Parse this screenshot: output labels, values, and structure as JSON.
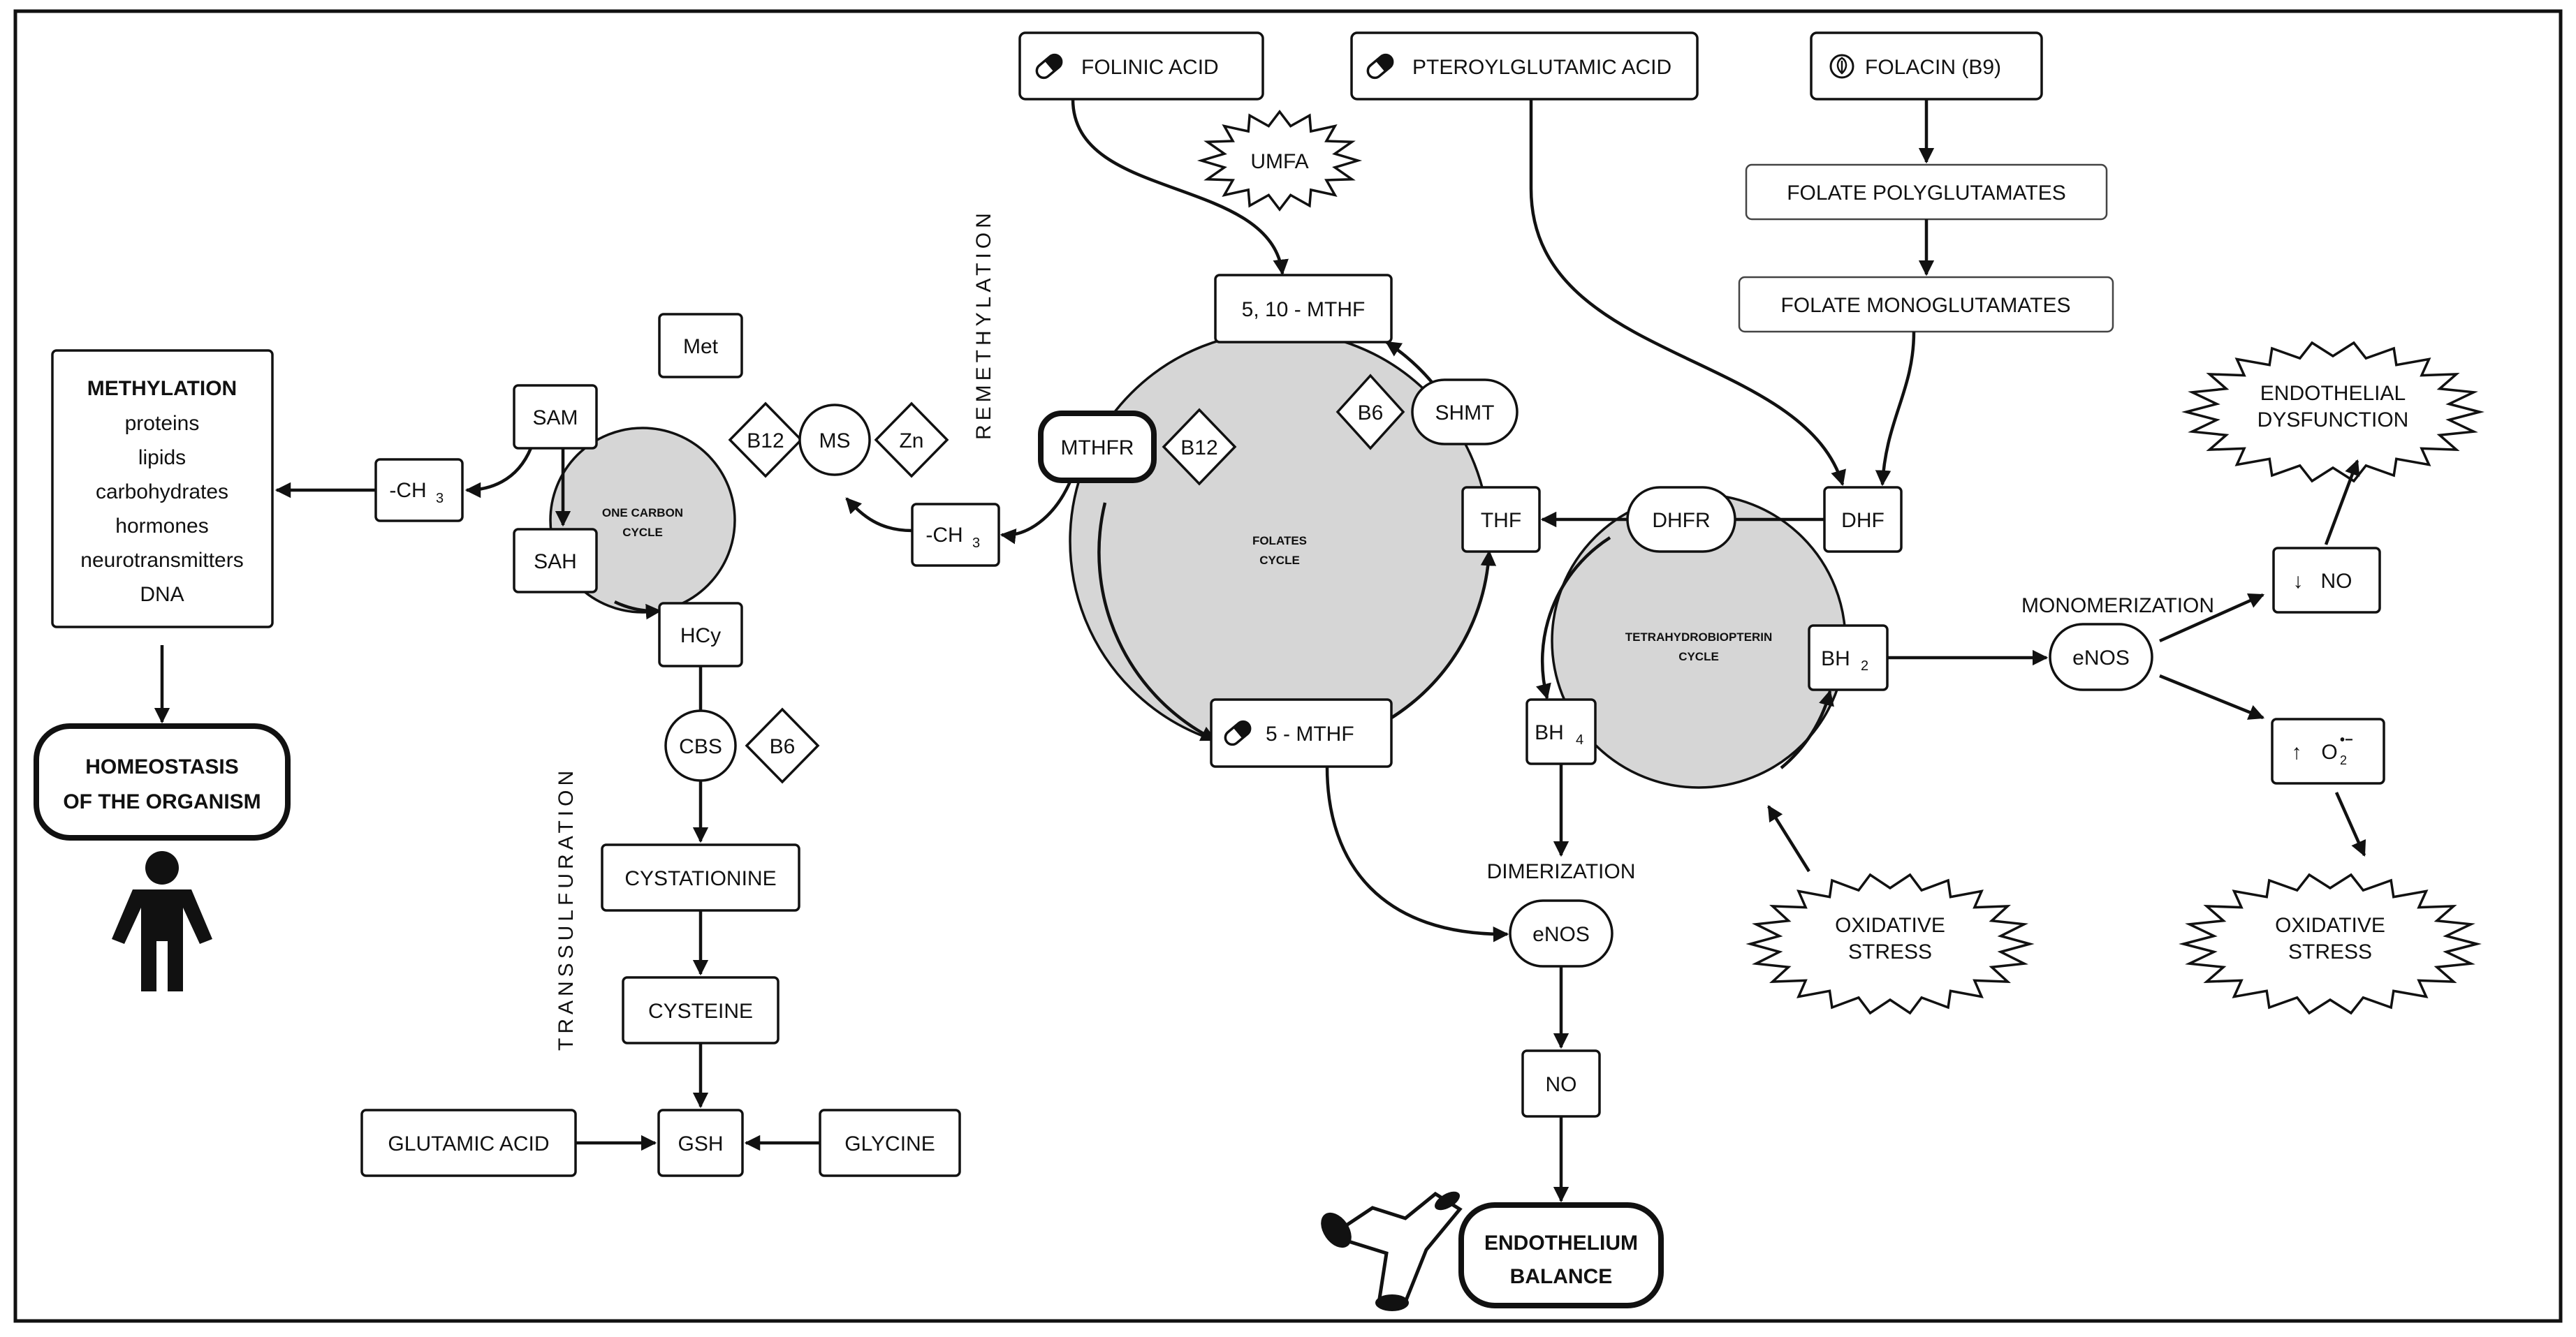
{
  "labels": {
    "folinic_acid": "FOLINIC ACID",
    "pteroylglutamic_acid": "PTEROYLGLUTAMIC ACID",
    "folacin": "FOLACIN (B9)",
    "folate_polyglutamates": "FOLATE POLYGLUTAMATES",
    "folate_monoglutamates": "FOLATE MONOGLUTAMATES",
    "umfa": "UMFA",
    "mthf_5_10": "5, 10 - MTHF",
    "mthf_5": "5 - MTHF",
    "thf": "THF",
    "dhfr": "DHFR",
    "dhf": "DHF",
    "shmt": "SHMT",
    "b6": "B6",
    "b12": "B12",
    "zn": "Zn",
    "ms": "MS",
    "mthfr": "MTHFR",
    "met": "Met",
    "sam": "SAM",
    "sah": "SAH",
    "hcy": "HCy",
    "ch3": "-CH",
    "ch3_sub": "3",
    "cbs": "CBS",
    "cystationine": "CYSTATIONINE",
    "cysteine": "CYSTEINE",
    "gsh": "GSH",
    "glutamic_acid": "GLUTAMIC ACID",
    "glycine": "GLYCINE",
    "methylation_title": "METHYLATION",
    "methylation_items": [
      "proteins",
      "lipids",
      "carbohydrates",
      "hormones",
      "neurotransmitters",
      "DNA"
    ],
    "homeostasis_1": "HOMEOSTASIS",
    "homeostasis_2": "OF THE ORGANISM",
    "one_carbon_1": "ONE CARBON",
    "one_carbon_2": "CYCLE",
    "folates_1": "FOLATES",
    "folates_2": "CYCLE",
    "thb_1": "TETRAHYDROBIOPTERIN",
    "thb_2": "CYCLE",
    "remethylation": "REMETHYLATION",
    "transsulfuration": "TRANSSULFURATION",
    "bh": "BH",
    "bh4_sub": "4",
    "bh2_sub": "2",
    "dimerization": "DIMERIZATION",
    "monomerization": "MONOMERIZATION",
    "enos": "eNOS",
    "no": "NO",
    "down_arrow": "↓",
    "up_arrow": "↑",
    "o2": "O",
    "o2_sub": "2",
    "o2_sup": "•−",
    "endothelium_1": "ENDOTHELIUM",
    "endothelium_2": "BALANCE",
    "endothelial_dys_1": "ENDOTHELIAL",
    "endothelial_dys_2": "DYSFUNCTION",
    "oxidative_1": "OXIDATIVE",
    "oxidative_2": "STRESS"
  },
  "icons": {
    "pill": "pill-icon",
    "leaf": "leaf-icon",
    "person": "person-icon",
    "vessel": "blood-vessel-icon"
  },
  "colors": {
    "cycle_fill": "#d6d6d6",
    "stroke": "#111111"
  }
}
